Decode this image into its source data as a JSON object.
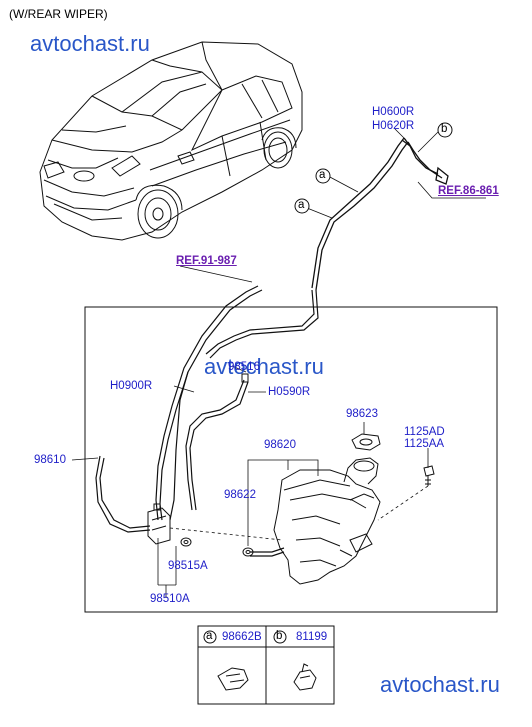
{
  "header": {
    "title": "(W/REAR WIPER)"
  },
  "watermarks": [
    "avtochast.ru",
    "avtochast.ru",
    "avtochast.ru"
  ],
  "references": {
    "roof": "REF.86-861",
    "harness": "REF.91-987"
  },
  "callouts": {
    "a": "a",
    "b": "b",
    "parts": [
      {
        "label": "H0600R"
      },
      {
        "label": "H0620R"
      },
      {
        "label": "H0900R"
      },
      {
        "label": "98516"
      },
      {
        "label": "H0590R"
      },
      {
        "label": "98623"
      },
      {
        "label": "1125AD"
      },
      {
        "label": "1125AA"
      },
      {
        "label": "98610"
      },
      {
        "label": "98620"
      },
      {
        "label": "98622"
      },
      {
        "label": "98515A"
      },
      {
        "label": "98510A"
      }
    ]
  },
  "legend": [
    {
      "key": "a",
      "part": "98662B"
    },
    {
      "key": "b",
      "part": "81199"
    }
  ],
  "colors": {
    "label": "#1e1ec8",
    "ref": "#6a1fb0",
    "watermark": "#2a57c8",
    "line": "#000000"
  }
}
